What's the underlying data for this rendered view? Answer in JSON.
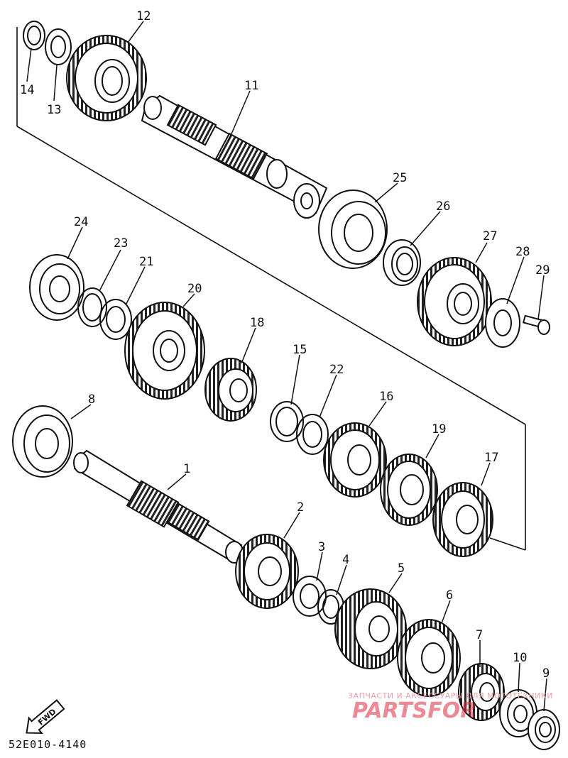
{
  "diagram": {
    "drawing_code": "52E010-4140",
    "fwd_label": "FWD",
    "parts": [
      {
        "id": "p1",
        "label": "1"
      },
      {
        "id": "p2",
        "label": "2"
      },
      {
        "id": "p3",
        "label": "3"
      },
      {
        "id": "p4",
        "label": "4"
      },
      {
        "id": "p5",
        "label": "5"
      },
      {
        "id": "p6",
        "label": "6"
      },
      {
        "id": "p7",
        "label": "7"
      },
      {
        "id": "p8",
        "label": "8"
      },
      {
        "id": "p9",
        "label": "9"
      },
      {
        "id": "p10",
        "label": "10"
      },
      {
        "id": "p11",
        "label": "11"
      },
      {
        "id": "p12",
        "label": "12"
      },
      {
        "id": "p13",
        "label": "13"
      },
      {
        "id": "p14",
        "label": "14"
      },
      {
        "id": "p15",
        "label": "15"
      },
      {
        "id": "p16",
        "label": "16"
      },
      {
        "id": "p17",
        "label": "17"
      },
      {
        "id": "p18",
        "label": "18"
      },
      {
        "id": "p19",
        "label": "19"
      },
      {
        "id": "p20",
        "label": "20"
      },
      {
        "id": "p21",
        "label": "21"
      },
      {
        "id": "p22",
        "label": "22"
      },
      {
        "id": "p23",
        "label": "23"
      },
      {
        "id": "p24",
        "label": "24"
      },
      {
        "id": "p25",
        "label": "25"
      },
      {
        "id": "p26",
        "label": "26"
      },
      {
        "id": "p27",
        "label": "27"
      },
      {
        "id": "p28",
        "label": "28"
      },
      {
        "id": "p29",
        "label": "29"
      }
    ]
  },
  "watermark": {
    "caption": "ЗАПЧАСТИ И АКСЕССУАРЫ ДЛЯ МОТОТЕХНИКИ",
    "brand": "PARTSFOR"
  }
}
